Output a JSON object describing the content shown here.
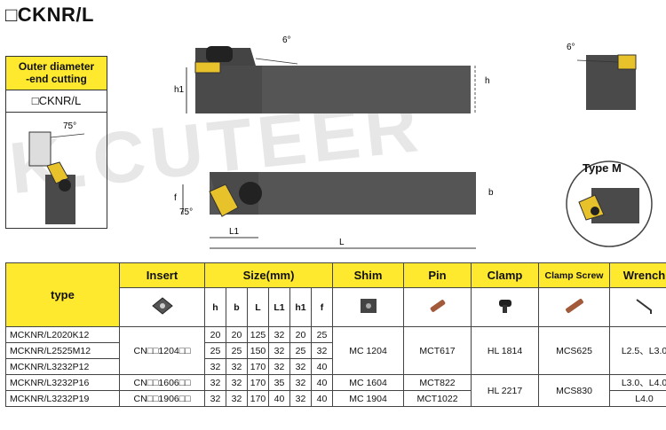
{
  "title": "□CKNR/L",
  "info_box": {
    "heading_line1": "Outer diameter",
    "heading_line2": "-end cutting",
    "code": "□CKNR/L",
    "angle": "75°"
  },
  "watermark": "K.CUTEER",
  "drawings": {
    "top_angle": "6°",
    "right_angle": "6°",
    "h1": "h1",
    "h": "h",
    "f": "f",
    "b": "b",
    "angle": "75°",
    "L1": "L1",
    "L": "L",
    "type_m": "Type M"
  },
  "table": {
    "headers": {
      "type": "type",
      "insert": "Insert",
      "size": "Size(mm)",
      "shim": "Shim",
      "pin": "Pin",
      "clamp": "Clamp",
      "clamp_screw": "Clamp Screw",
      "wrench": "Wrench"
    },
    "size_cols": [
      "h",
      "b",
      "L",
      "L1",
      "h1",
      "f"
    ],
    "rows": [
      {
        "type": "MCKNR/L2020K12",
        "h": "20",
        "b": "20",
        "L": "125",
        "L1": "32",
        "h1": "20",
        "f": "25"
      },
      {
        "type": "MCKNR/L2525M12",
        "h": "25",
        "b": "25",
        "L": "150",
        "L1": "32",
        "h1": "25",
        "f": "32"
      },
      {
        "type": "MCKNR/L3232P12",
        "h": "32",
        "b": "32",
        "L": "170",
        "L1": "32",
        "h1": "32",
        "f": "40"
      },
      {
        "type": "MCKNR/L3232P16",
        "h": "32",
        "b": "32",
        "L": "170",
        "L1": "35",
        "h1": "32",
        "f": "40"
      },
      {
        "type": "MCKNR/L3232P19",
        "h": "32",
        "b": "32",
        "L": "170",
        "L1": "40",
        "h1": "32",
        "f": "40"
      }
    ],
    "group1": {
      "insert": "CN□□1204□□",
      "shim": "MC 1204",
      "pin": "MCT617",
      "clamp": "HL 1814",
      "screw": "MCS625",
      "wrench": "L2.5、L3.0"
    },
    "row4": {
      "insert": "CN□□1606□□",
      "shim": "MC 1604",
      "pin": "MCT822",
      "wrench": "L3.0、L4.0"
    },
    "row5": {
      "insert": "CN□□1906□□",
      "shim": "MC 1904",
      "pin": "MCT1022",
      "wrench": "L4.0"
    },
    "group2": {
      "clamp": "HL 2217",
      "screw": "MCS830"
    }
  }
}
